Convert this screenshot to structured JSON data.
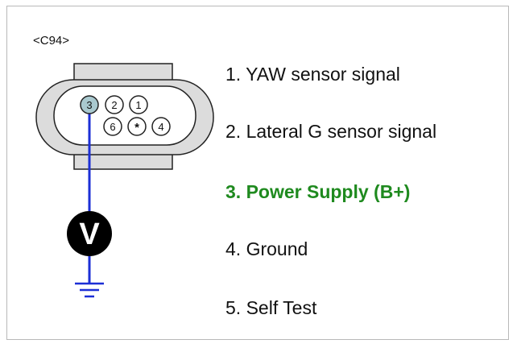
{
  "connector": {
    "id": "<C94>"
  },
  "pins_drawn": [
    "3",
    "2",
    "1",
    "6",
    "*",
    "4"
  ],
  "meter": {
    "label": "V"
  },
  "pin_list": [
    {
      "text": "1. YAW sensor signal",
      "highlighted": false
    },
    {
      "text": "2. Lateral G sensor signal",
      "highlighted": false
    },
    {
      "text": "3. Power Supply (B+)",
      "highlighted": true
    },
    {
      "text": "4. Ground",
      "highlighted": false
    },
    {
      "text": "5. Self Test",
      "highlighted": false
    }
  ],
  "colors": {
    "highlight": "#1f8a1f",
    "probe_wire": "#1c2fd6",
    "probed_pin": "#a9c9cf"
  }
}
